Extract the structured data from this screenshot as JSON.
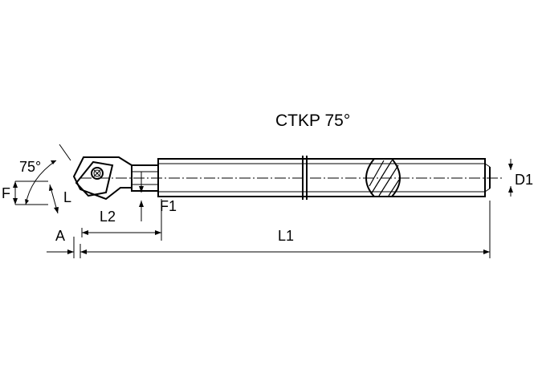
{
  "title": "CTKP 75°",
  "labels": {
    "angle": "75°",
    "F": "F",
    "L": "L",
    "L2": "L2",
    "F1": "F1",
    "A": "A",
    "L1": "L1",
    "D1": "D1"
  }
}
